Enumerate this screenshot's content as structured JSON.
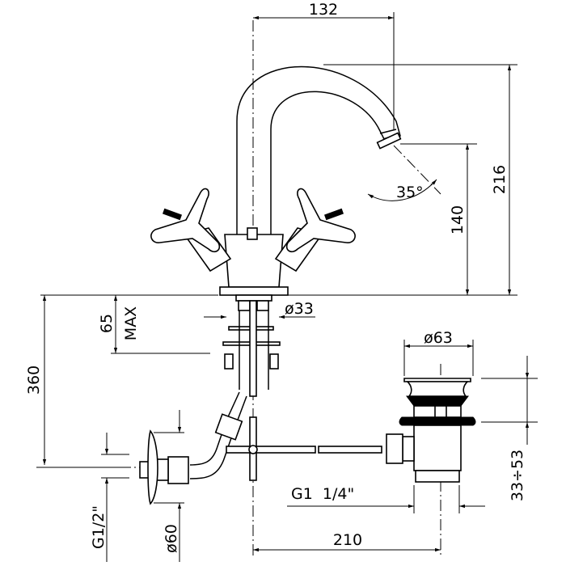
{
  "dimensions": {
    "spout_reach": "132",
    "total_height": "216",
    "spout_height": "140",
    "spout_angle": "35°",
    "max_deck_thickness": "65",
    "max_label": "MAX",
    "shank_diameter": "ø33",
    "rod_length": "360",
    "waste_diameter": "ø63",
    "waste_adjustment": "33÷53",
    "waste_thread": "G1  1/4\"",
    "inlet_thread": "G1/2\"",
    "rosette_diameter": "ø60",
    "waste_distance": "210"
  }
}
